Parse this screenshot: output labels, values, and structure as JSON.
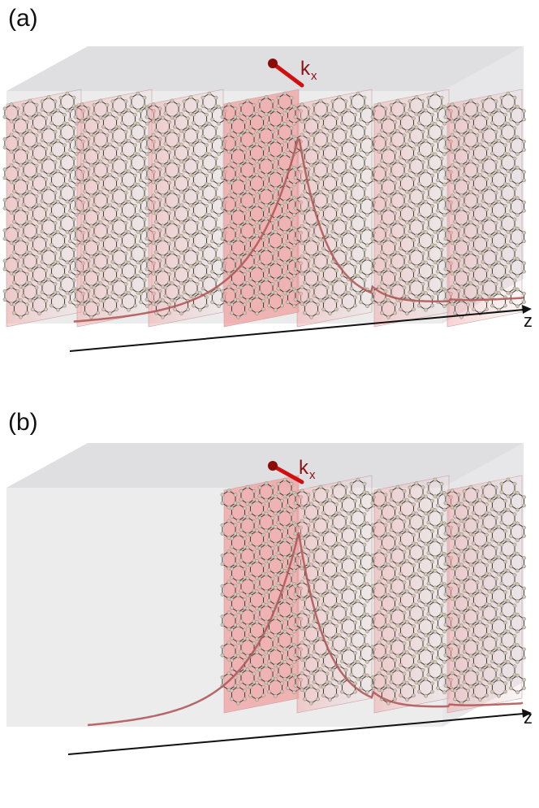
{
  "panels": [
    {
      "label": "(a)",
      "axis_label": "z",
      "wavevector_label": "k",
      "wavevector_subscript": "x",
      "sheet_count": 7,
      "peak_sheet_index": 3,
      "filled_region": "full"
    },
    {
      "label": "(b)",
      "axis_label": "z",
      "wavevector_label": "k",
      "wavevector_subscript": "x",
      "sheet_count": 4,
      "peak_sheet_index": 0,
      "filled_region": "half"
    }
  ],
  "colors": {
    "box": "#d4d4d8",
    "sheet_highlight": "#f0a0a0",
    "sheet_plain": "#efe0e0",
    "lattice_bond": "#3a3a3a",
    "lattice_atom": "#cfc6b8",
    "mode_curve": "#b05a5a",
    "arrow": "#d01010"
  }
}
